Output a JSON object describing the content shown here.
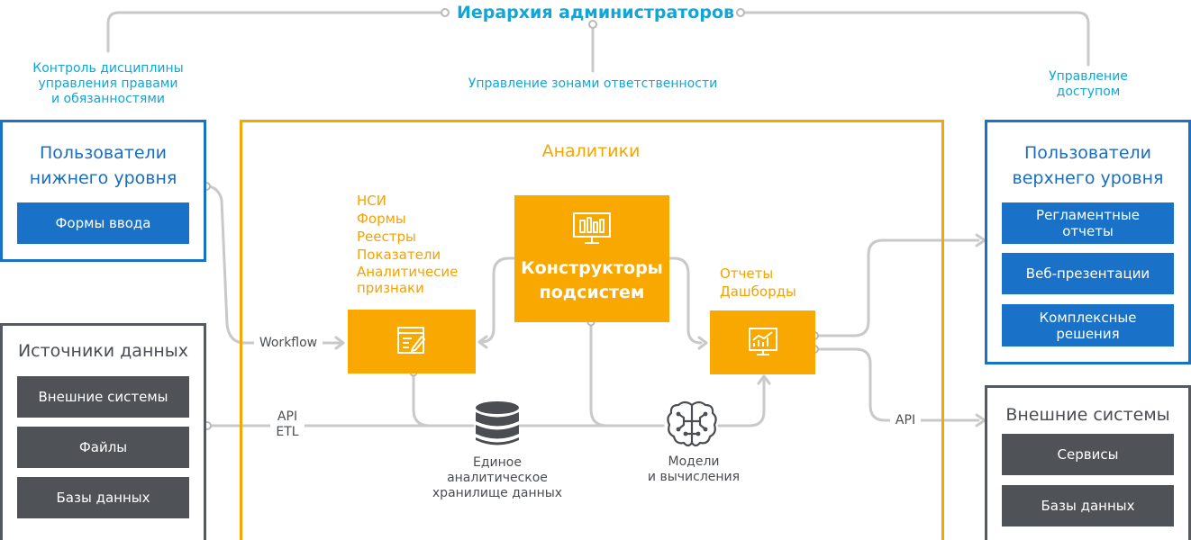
{
  "hierarchy": {
    "title": "Иерархия администраторов",
    "discipline": [
      "Контроль дисциплины",
      "управления правами",
      "и обязанностями"
    ],
    "zones": "Управление зонами ответственности",
    "access": [
      "Управление",
      "доступом"
    ]
  },
  "lower_users": {
    "title": [
      "Пользователи",
      "нижнего уровня"
    ],
    "button": "Формы ввода"
  },
  "sources": {
    "title": "Источники данных",
    "items": [
      "Внешние системы",
      "Файлы",
      "Базы данных"
    ]
  },
  "analytics": {
    "title": "Аналитики",
    "nsi_list": [
      "НСИ",
      "Формы",
      "Реестры",
      "Показатели",
      "Аналитичесие",
      "признаки"
    ],
    "constructor": [
      "Конструкторы",
      "подсистем"
    ],
    "reports_list": [
      "Отчеты",
      "Дашборды"
    ],
    "storage": [
      "Единое",
      "аналитическое",
      "хранилище данных"
    ],
    "models": [
      "Модели",
      "и вычисления"
    ]
  },
  "flows": {
    "workflow": "Workflow",
    "api_etl": [
      "API",
      "ETL"
    ],
    "api": "API"
  },
  "upper_users": {
    "title": [
      "Пользователи",
      "верхнего уровня"
    ],
    "items": [
      [
        "Регламентные",
        "отчеты"
      ],
      [
        "Веб-презентации"
      ],
      [
        "Комплексные",
        "решения"
      ]
    ]
  },
  "external": {
    "title": "Внешние системы",
    "items": [
      "Сервисы",
      "Базы данных"
    ]
  },
  "colors": {
    "cyan": "#12a6d6",
    "blue": "#1a72c8",
    "orange": "#f5a700",
    "dark_gray": "#4f5357",
    "line_gray": "#c8c8c8"
  }
}
